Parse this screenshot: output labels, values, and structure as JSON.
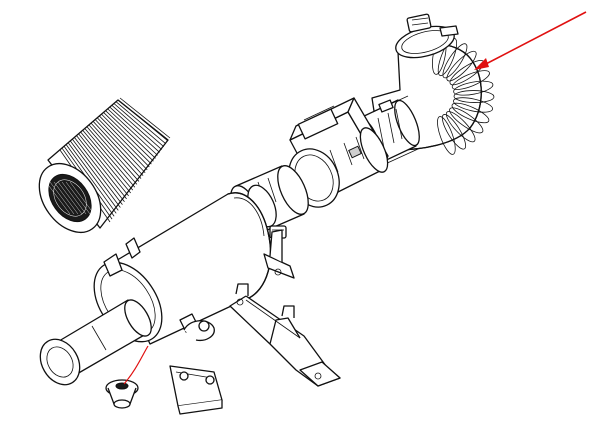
{
  "figure": {
    "parts": [
      {
        "name": "air-filter-element",
        "pleat_count": 30
      },
      {
        "name": "air-filter-housing"
      },
      {
        "name": "housing-intake-snout"
      },
      {
        "name": "mass-air-flow-sensor"
      },
      {
        "name": "rubber-connector-sleeve"
      },
      {
        "name": "corrugated-intake-hose"
      },
      {
        "name": "mounting-bracket"
      },
      {
        "name": "support-bracket"
      },
      {
        "name": "mounting-grommet"
      },
      {
        "name": "hose-clamp"
      }
    ],
    "callouts": [
      {
        "name": "arrow-to-intake-hose",
        "color": "#e01010"
      },
      {
        "name": "line-to-housing-clamp",
        "color": "#e01010"
      }
    ],
    "colors": {
      "ink": "#111111",
      "paper": "#ffffff",
      "callout": "#e01010"
    }
  }
}
